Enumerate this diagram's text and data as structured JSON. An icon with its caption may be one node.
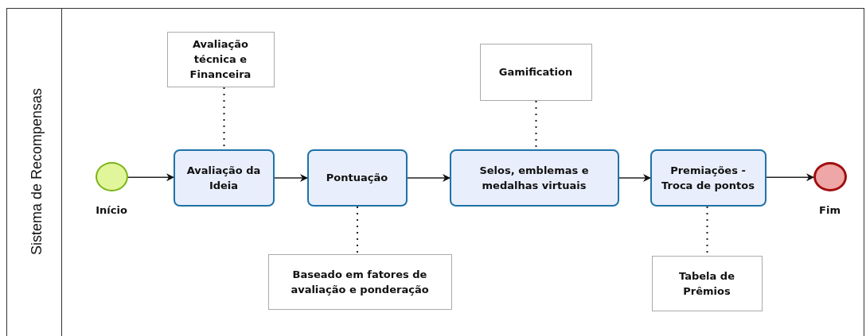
{
  "diagram": {
    "nodes": [
      {
        "text": [
          "Sistema de Recompensas"
        ]
      },
      {
        "text": [],
        "shape": "circle",
        "beside": [
          "Início"
        ],
        "in": 0
      },
      {
        "text": [
          "Avaliação da Ideia"
        ],
        "in": 0
      },
      {
        "text": [
          "Pontuação"
        ],
        "in": 0
      },
      {
        "text": [
          "Selos, emblemas e medalhas virtuais"
        ],
        "in": 0
      },
      {
        "text": [
          "Premiações - Troca de pontos"
        ],
        "in": 0
      },
      {
        "text": [],
        "shape": "circle",
        "beside": [
          "Fim"
        ],
        "in": 0
      },
      {
        "text": [
          "Avaliação técnica e Financeira"
        ],
        "in": 0
      },
      {
        "text": [
          "Baseado em fatores de avaliação e ponderação"
        ],
        "in": 0
      },
      {
        "text": [
          "Gamification"
        ],
        "in": 0
      },
      {
        "text": [
          "Tabela de Prêmios"
        ],
        "in": 0
      }
    ],
    "edges": [
      {
        "from": 1,
        "to": 2,
        "arrow": "to"
      },
      {
        "from": 2,
        "to": 3,
        "arrow": "to"
      },
      {
        "from": 3,
        "to": 4,
        "arrow": "to"
      },
      {
        "from": 4,
        "to": 5,
        "arrow": "to"
      },
      {
        "from": 5,
        "to": 6,
        "arrow": "to"
      },
      {
        "from": 7,
        "to": 2,
        "arrow": "none",
        "style": "dashed"
      },
      {
        "from": 3,
        "to": 8,
        "arrow": "none",
        "style": "dashed"
      },
      {
        "from": 9,
        "to": 4,
        "arrow": "none",
        "style": "dashed"
      },
      {
        "from": 5,
        "to": 10,
        "arrow": "none",
        "style": "dashed"
      }
    ]
  }
}
